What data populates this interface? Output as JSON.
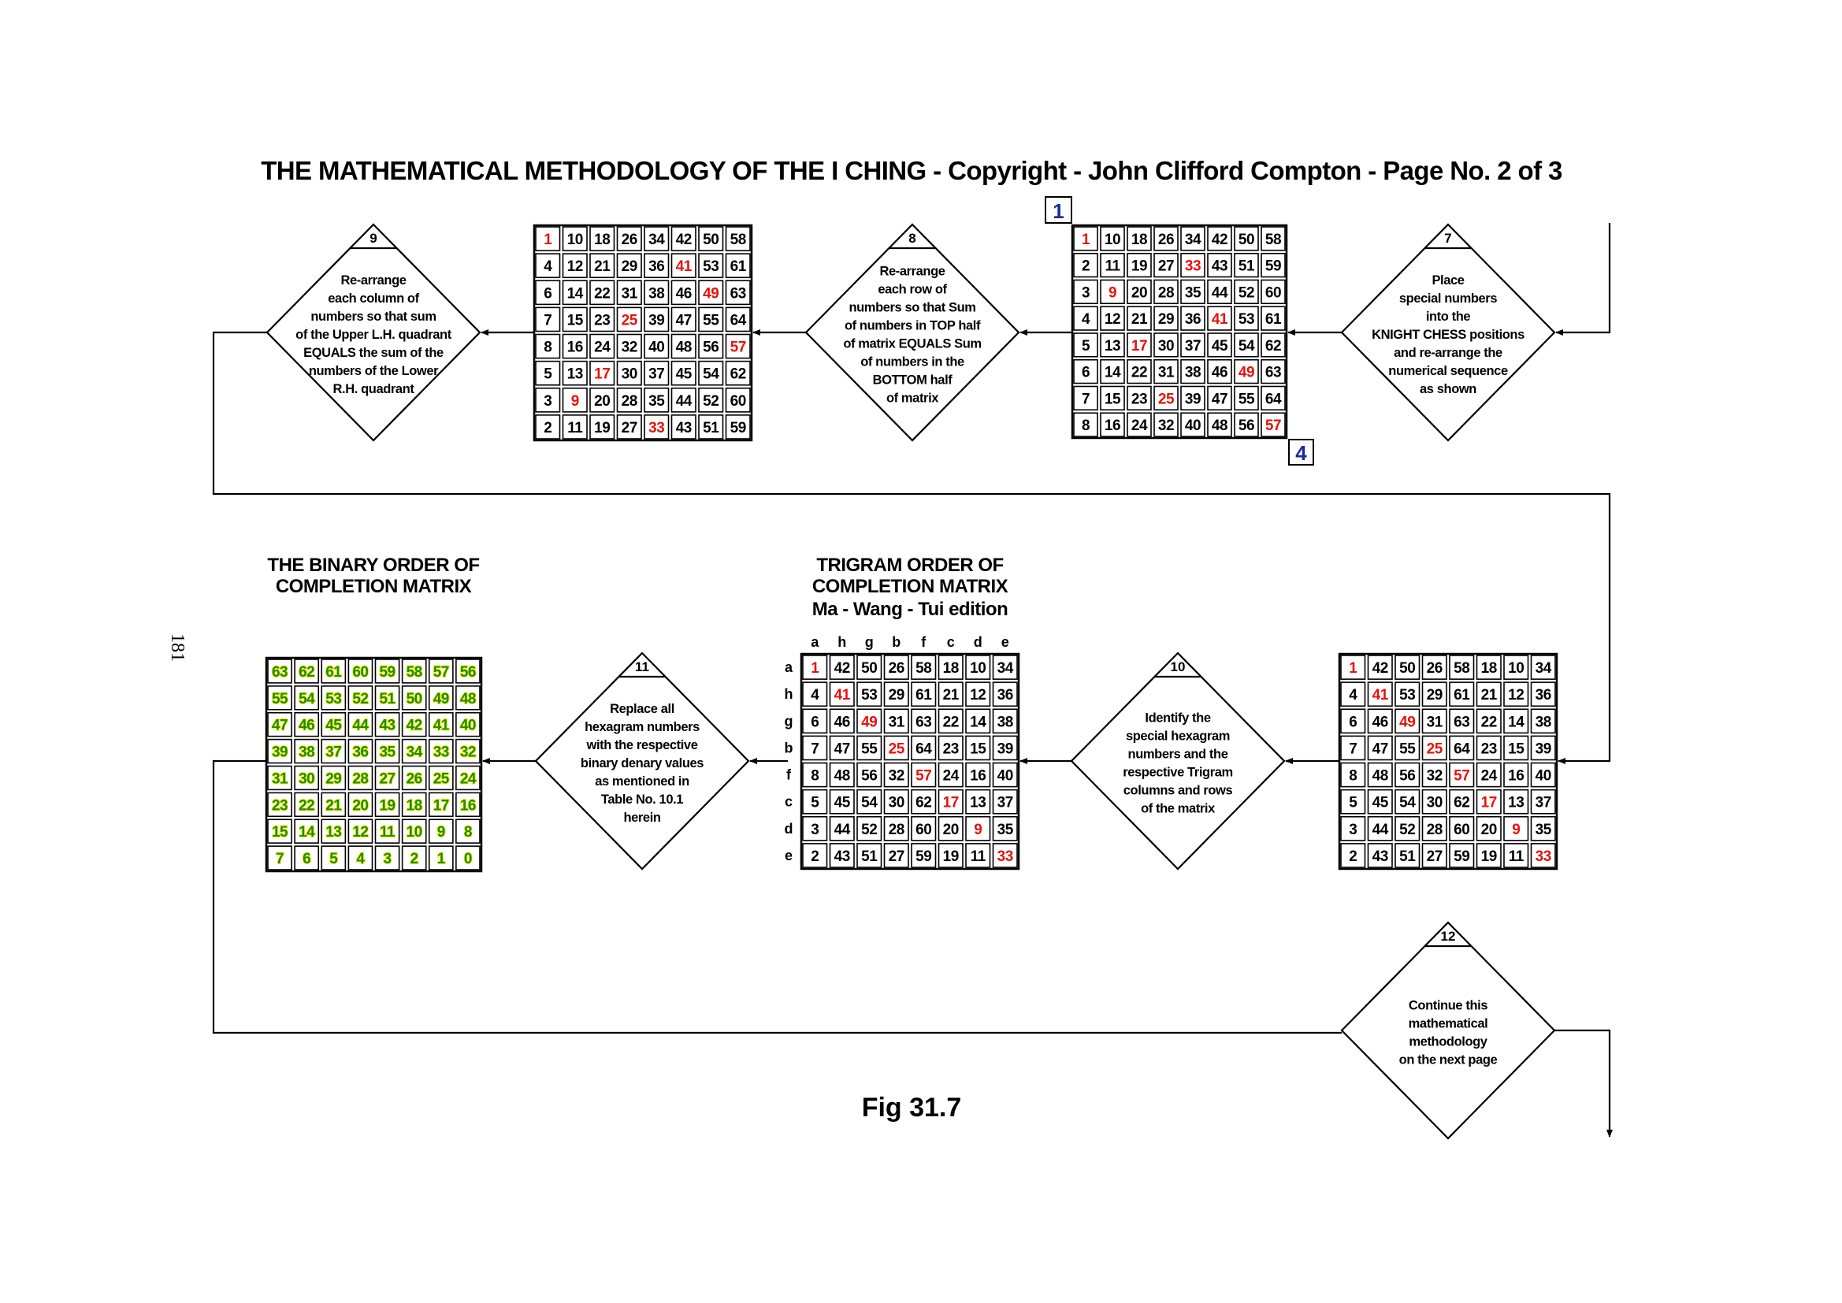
{
  "title": "THE MATHEMATICAL METHODOLOGY OF THE I CHING - Copyright - John Clifford Compton - Page No. 2 of 3",
  "page_number": "181",
  "figure_caption": "Fig 31.7",
  "colors": {
    "highlight": "#e8120c",
    "binary_text": "#1f8a12",
    "binary_glow": "#f4f020",
    "ink": "#000000",
    "box_number": "#1a2a9a"
  },
  "highlighted_numbers": [
    1,
    9,
    17,
    25,
    33,
    41,
    49,
    57
  ],
  "marker_boxes": {
    "start": "1",
    "end": "4"
  },
  "steps": [
    {
      "number": "7",
      "lines": [
        "Place",
        "special numbers",
        "into the",
        "KNIGHT CHESS positions",
        "and re-arrange the",
        "numerical sequence",
        "as shown"
      ]
    },
    {
      "number": "8",
      "lines": [
        "Re-arrange",
        "each row of",
        "numbers so that Sum",
        "of numbers in TOP half",
        "of matrix EQUALS Sum",
        "of numbers in the",
        "BOTTOM half",
        "of matrix"
      ]
    },
    {
      "number": "9",
      "lines": [
        "Re-arrange",
        "each column of",
        "numbers so that sum",
        "of the Upper L.H. quadrant",
        "EQUALS the sum of the",
        "numbers of the Lower",
        "R.H. quadrant"
      ]
    },
    {
      "number": "10",
      "lines": [
        "Identify the",
        "special hexagram",
        "numbers and the",
        "respective Trigram",
        "columns and rows",
        "of the matrix"
      ]
    },
    {
      "number": "11",
      "lines": [
        "Replace all",
        "hexagram numbers",
        "with the respective",
        "binary denary values",
        "as mentioned in",
        "Table No. 10.1",
        "herein"
      ]
    },
    {
      "number": "12",
      "lines": [
        "Continue this",
        "mathematical",
        "methodology",
        "on the next page"
      ]
    }
  ],
  "matrices": {
    "knight": [
      [
        1,
        10,
        18,
        26,
        34,
        42,
        50,
        58
      ],
      [
        2,
        11,
        19,
        27,
        33,
        43,
        51,
        59
      ],
      [
        3,
        9,
        20,
        28,
        35,
        44,
        52,
        60
      ],
      [
        4,
        12,
        21,
        29,
        36,
        41,
        53,
        61
      ],
      [
        5,
        13,
        17,
        30,
        37,
        45,
        54,
        62
      ],
      [
        6,
        14,
        22,
        31,
        38,
        46,
        49,
        63
      ],
      [
        7,
        15,
        23,
        25,
        39,
        47,
        55,
        64
      ],
      [
        8,
        16,
        24,
        32,
        40,
        48,
        56,
        57
      ]
    ],
    "row_rearranged": [
      [
        1,
        10,
        18,
        26,
        34,
        42,
        50,
        58
      ],
      [
        4,
        12,
        21,
        29,
        36,
        41,
        53,
        61
      ],
      [
        6,
        14,
        22,
        31,
        38,
        46,
        49,
        63
      ],
      [
        7,
        15,
        23,
        25,
        39,
        47,
        55,
        64
      ],
      [
        8,
        16,
        24,
        32,
        40,
        48,
        56,
        57
      ],
      [
        5,
        13,
        17,
        30,
        37,
        45,
        54,
        62
      ],
      [
        3,
        9,
        20,
        28,
        35,
        44,
        52,
        60
      ],
      [
        2,
        11,
        19,
        27,
        33,
        43,
        51,
        59
      ]
    ],
    "column_rearranged": [
      [
        1,
        42,
        50,
        26,
        58,
        18,
        10,
        34
      ],
      [
        4,
        41,
        53,
        29,
        61,
        21,
        12,
        36
      ],
      [
        6,
        46,
        49,
        31,
        63,
        22,
        14,
        38
      ],
      [
        7,
        47,
        55,
        25,
        64,
        23,
        15,
        39
      ],
      [
        8,
        48,
        56,
        32,
        57,
        24,
        16,
        40
      ],
      [
        5,
        45,
        54,
        30,
        62,
        17,
        13,
        37
      ],
      [
        3,
        44,
        52,
        28,
        60,
        20,
        9,
        35
      ],
      [
        2,
        43,
        51,
        27,
        59,
        19,
        11,
        33
      ]
    ],
    "trigram": [
      [
        1,
        42,
        50,
        26,
        58,
        18,
        10,
        34
      ],
      [
        4,
        41,
        53,
        29,
        61,
        21,
        12,
        36
      ],
      [
        6,
        46,
        49,
        31,
        63,
        22,
        14,
        38
      ],
      [
        7,
        47,
        55,
        25,
        64,
        23,
        15,
        39
      ],
      [
        8,
        48,
        56,
        32,
        57,
        24,
        16,
        40
      ],
      [
        5,
        45,
        54,
        30,
        62,
        17,
        13,
        37
      ],
      [
        3,
        44,
        52,
        28,
        60,
        20,
        9,
        35
      ],
      [
        2,
        43,
        51,
        27,
        59,
        19,
        11,
        33
      ]
    ],
    "binary": [
      [
        63,
        62,
        61,
        60,
        59,
        58,
        57,
        56
      ],
      [
        55,
        54,
        53,
        52,
        51,
        50,
        49,
        48
      ],
      [
        47,
        46,
        45,
        44,
        43,
        42,
        41,
        40
      ],
      [
        39,
        38,
        37,
        36,
        35,
        34,
        33,
        32
      ],
      [
        31,
        30,
        29,
        28,
        27,
        26,
        25,
        24
      ],
      [
        23,
        22,
        21,
        20,
        19,
        18,
        17,
        16
      ],
      [
        15,
        14,
        13,
        12,
        11,
        10,
        9,
        8
      ],
      [
        7,
        6,
        5,
        4,
        3,
        2,
        1,
        0
      ]
    ]
  },
  "trigram_matrix": {
    "title_lines": [
      "TRIGRAM ORDER OF",
      "COMPLETION MATRIX",
      "Ma - Wang - Tui edition"
    ],
    "column_labels": [
      "a",
      "h",
      "g",
      "b",
      "f",
      "c",
      "d",
      "e"
    ],
    "row_labels": [
      "a",
      "h",
      "g",
      "b",
      "f",
      "c",
      "d",
      "e"
    ]
  },
  "binary_matrix": {
    "title_lines": [
      "THE  BINARY ORDER OF",
      "COMPLETION MATRIX"
    ]
  }
}
